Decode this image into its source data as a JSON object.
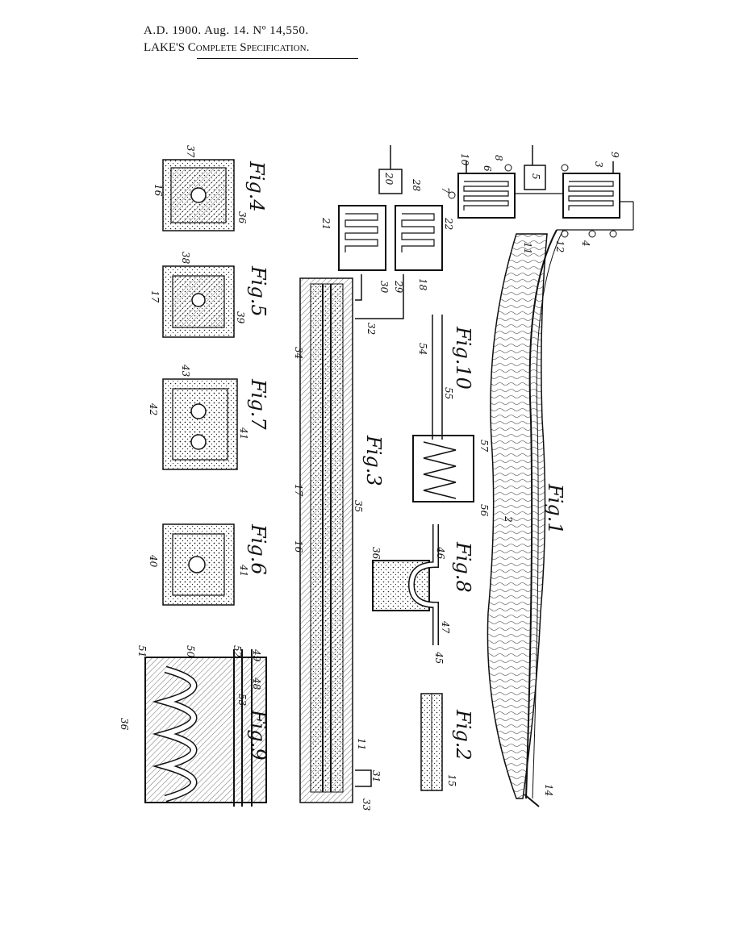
{
  "header": {
    "line1": "A.D. 1900. Aug. 14. Nº 14,550.",
    "line2_name": "LAKE'S",
    "line2_title": "Complete Specification."
  },
  "figures": {
    "fig1": "Fig.1",
    "fig2": "Fig.2",
    "fig3": "Fig.3",
    "fig4": "Fig.4",
    "fig5": "Fig.5",
    "fig6": "Fig.6",
    "fig7": "Fig.7",
    "fig8": "Fig.8",
    "fig9": "Fig.9",
    "fig10": "Fig.10"
  },
  "ref_numerals": {
    "n2": "2",
    "n3": "3",
    "n4": "4",
    "n5": "5",
    "n6": "6",
    "n7": "7",
    "n8": "8",
    "n9": "9",
    "n10": "10",
    "n11": "11",
    "n12": "12",
    "n14": "14",
    "n15": "15",
    "n16": "16",
    "n17": "17",
    "n18": "18",
    "n20": "20",
    "n21": "21",
    "n22": "22",
    "n28": "28",
    "n29": "29",
    "n30": "30",
    "n31": "31",
    "n32": "32",
    "n33": "33",
    "n34": "34",
    "n35": "35",
    "n36": "36",
    "n37": "37",
    "n38": "38",
    "n39": "39",
    "n40": "40",
    "n41": "41",
    "n42": "42",
    "n43": "43",
    "n45": "45",
    "n46": "46",
    "n47": "47",
    "n48": "48",
    "n49": "49",
    "n50": "50",
    "n51": "51",
    "n52": "52",
    "n53": "53",
    "n54": "54",
    "n55": "55",
    "n56": "56",
    "n57": "57"
  }
}
